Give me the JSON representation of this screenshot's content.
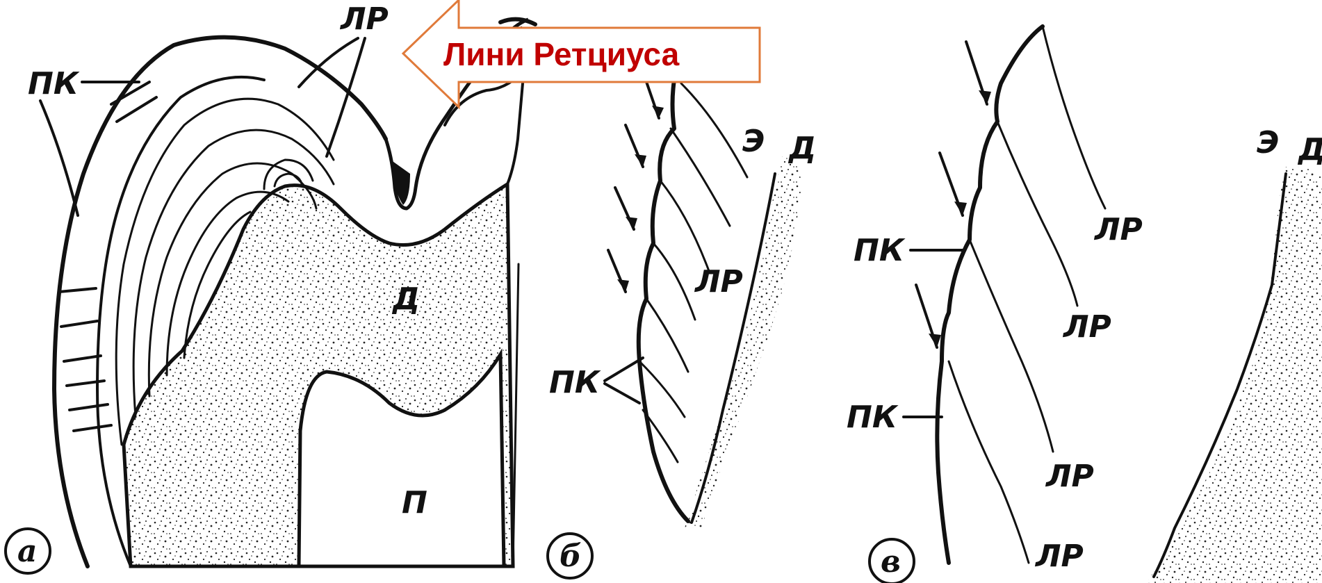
{
  "callout": {
    "text": "Лини Ретциуса",
    "text_color": "#c00000",
    "border_color": "#e07a3a",
    "fill_color": "#ffffff"
  },
  "labels": {
    "pk": "ПК",
    "lr": "ЛР",
    "d": "Д",
    "p": "П",
    "e": "Э"
  },
  "panels": {
    "a": "а",
    "b": "б",
    "v": "в"
  },
  "colors": {
    "ink": "#111111",
    "stipple": "#222222",
    "background": "#ffffff"
  }
}
